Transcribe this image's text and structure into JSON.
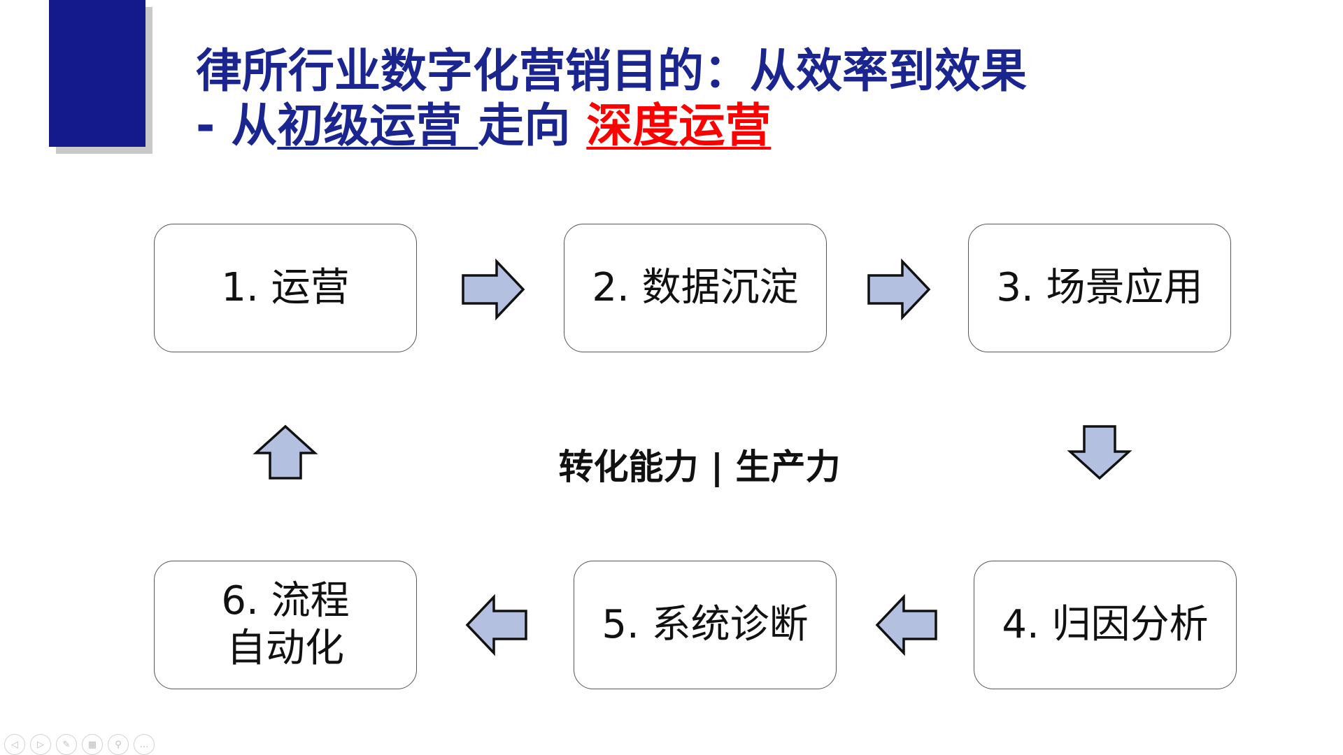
{
  "title": {
    "line1": "律所行业数字化营销目的：从效率到效果",
    "line2_prefix": "- 从",
    "line2_underlined": "初级运营 ",
    "line2_middle": "走向 ",
    "line2_highlight": "深度运营"
  },
  "steps": [
    {
      "label": "1. 运营"
    },
    {
      "label": "2. 数据沉淀"
    },
    {
      "label": "3. 场景应用"
    },
    {
      "label": "4. 归因分析"
    },
    {
      "label": "5. 系统诊断"
    },
    {
      "label": "6. 流程\n自动化"
    }
  ],
  "center_label": "转化能力 | 生产力",
  "colors": {
    "title": "#1a2590",
    "highlight": "#ff0000",
    "accent_block": "#141a8c",
    "arrow_fill": "#b4c0e0"
  },
  "toolbar": {
    "icons": [
      "prev-icon",
      "next-icon",
      "pen-icon",
      "slides-icon",
      "zoom-icon",
      "more-icon"
    ]
  }
}
